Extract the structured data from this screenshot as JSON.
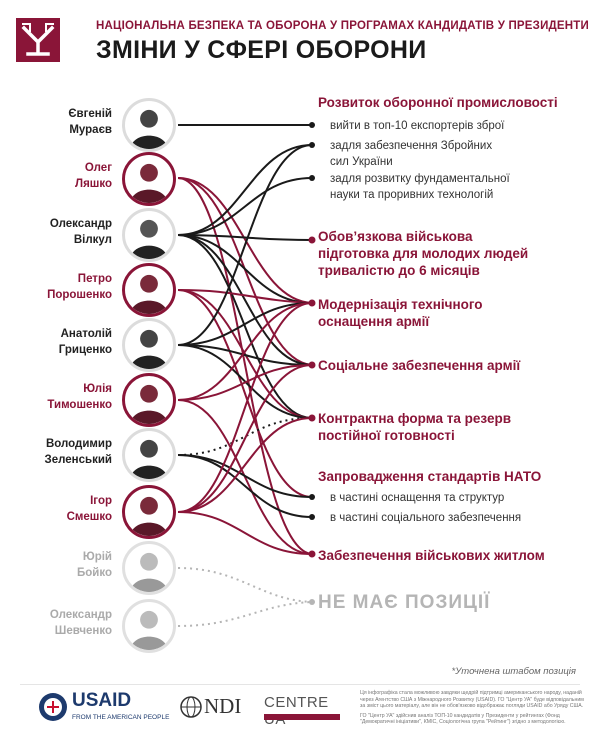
{
  "header": {
    "supertitle": "НАЦІОНАЛЬНА БЕЗПЕКА ТА ОБОРОНА У ПРОГРАМАХ КАНДИДАТІВ У ПРЕЗИДЕНТИ",
    "title": "ЗМІНИ У СФЕРІ ОБОРОНИ"
  },
  "colors": {
    "accent": "#8a1538",
    "dark": "#1a1a1a",
    "gray": "#b5b5b5"
  },
  "candidates": [
    {
      "first": "Євгеній",
      "last": "Мураєв",
      "accent": false
    },
    {
      "first": "Олег",
      "last": "Ляшко",
      "accent": true
    },
    {
      "first": "Олександр",
      "last": "Вілкул",
      "accent": false
    },
    {
      "first": "Петро",
      "last": "Порошенко",
      "accent": true
    },
    {
      "first": "Анатолій",
      "last": "Гриценко",
      "accent": false
    },
    {
      "first": "Юлія",
      "last": "Тимошенко",
      "accent": true
    },
    {
      "first": "Володимир",
      "last": "Зеленський",
      "accent": false
    },
    {
      "first": "Ігор",
      "last": "Смешко",
      "accent": true
    },
    {
      "first": "Юрій",
      "last": "Бойко",
      "accent": false
    },
    {
      "first": "Олександр",
      "last": "Шевченко",
      "accent": false
    }
  ],
  "positions": {
    "p1": "Розвиток оборонної промисловості",
    "p1a": "вийти в топ-10 експортерів зброї",
    "p1b1": "задля забезпечення Збройних",
    "p1b2": "сил України",
    "p1c1": "задля розвитку фундаментальної",
    "p1c2": "науки та проривних технологій",
    "p2a": "Обов’язкова військова",
    "p2b": "підготовка для молодих людей",
    "p2c": "тривалістю до 6 місяців",
    "p3a": "Модернізація технічного",
    "p3b": "оснащення армії",
    "p4": "Соціальне забезпечення армії",
    "p5a": "Контрактна форма та резерв",
    "p5b": "постійної готовності",
    "p6": "Запровадження стандартів НАТО",
    "p6a": "в частині оснащення та структур",
    "p6b": "в частині соціального забезпечення",
    "p7": "Забезпечення військових житлом",
    "none": "НЕ МАЄ ПОЗИЦІЇ"
  },
  "footnote": "*Уточнена штабом позиція",
  "logos": {
    "usaid": "USAID",
    "usaid_sub": "FROM THE AMERICAN PEOPLE",
    "ndi": "NDI",
    "centre": "CENTRE UA"
  },
  "disclaimer": {
    "p1": "Ця інфографіка стала можливою завдяки щедрій підтримці американського народу, наданій через Агентство США з Міжнародного Розвитку (USAID). ГО \"Центр УА\" буде відповідальним за зміст цього матеріалу, але він не обов'язково відображає погляди USAID або Уряду США.",
    "p2": "ГО \"Центр УА\" здійснив аналіз ТОП-10 кандидатів у Президенти у рейтингах (Фонд \"Демократичні ініціативи\", КМІС, Соціологічна група \"Рейтинг\") згідно з методологією."
  }
}
